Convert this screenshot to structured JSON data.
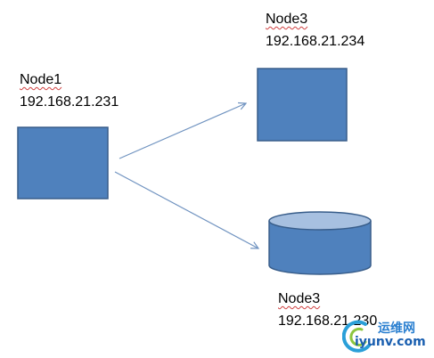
{
  "nodes": {
    "node1": {
      "name": "Node1",
      "ip": "192.168.21.231"
    },
    "node3_server": {
      "name": "Node3",
      "ip": "192.168.21.234"
    },
    "node3_storage": {
      "name": "Node3",
      "ip": "192.168.21.230"
    }
  },
  "colors": {
    "box_fill": "#4f81bd",
    "box_stroke": "#385d8a",
    "cylinder_top": "#a7c0e0",
    "arrow": "#7093c0"
  },
  "watermark": {
    "chinese": "运维网",
    "url": "iyunv.com"
  }
}
